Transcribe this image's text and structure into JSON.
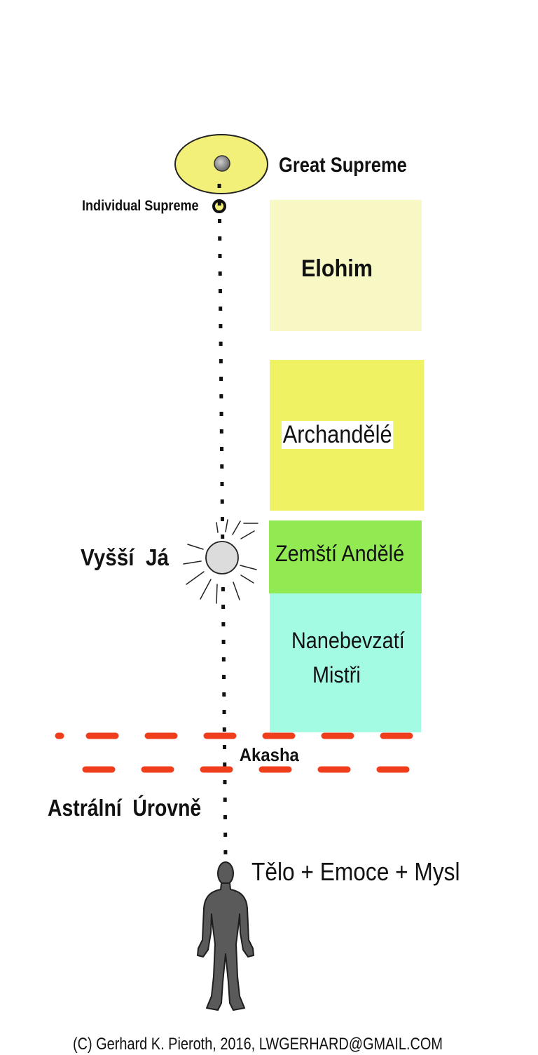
{
  "colors": {
    "top_ellipse": "#f3f07a",
    "elohim_box": "#f7f8c4",
    "archandele_box": "#eef263",
    "zemsti_box": "#92ea52",
    "mistri_box": "#a4fbe4",
    "akasha_dash": "#f03e1c",
    "figure": "#5a5a5a"
  },
  "labels": {
    "great_supreme": "Great Supreme",
    "individual_supreme": "Individual Supreme",
    "elohim": "Elohim",
    "archandele": "Archandělé",
    "zemsti_andele": "Zemští Andělé",
    "nanebevzati_line1": "Nanebevzatí",
    "nanebevzati_line2": "Mistři",
    "vyssi_ja": "Vyšší  Já",
    "akasha": "Akasha",
    "astralni_urovne": "Astrální  Úrovně",
    "telo_emoce_mysl": "Tělo + Emoce + Mysl",
    "copyright": "(C) Gerhard K. Pieroth, 2016, LWGERHARD@GMAIL.COM"
  }
}
